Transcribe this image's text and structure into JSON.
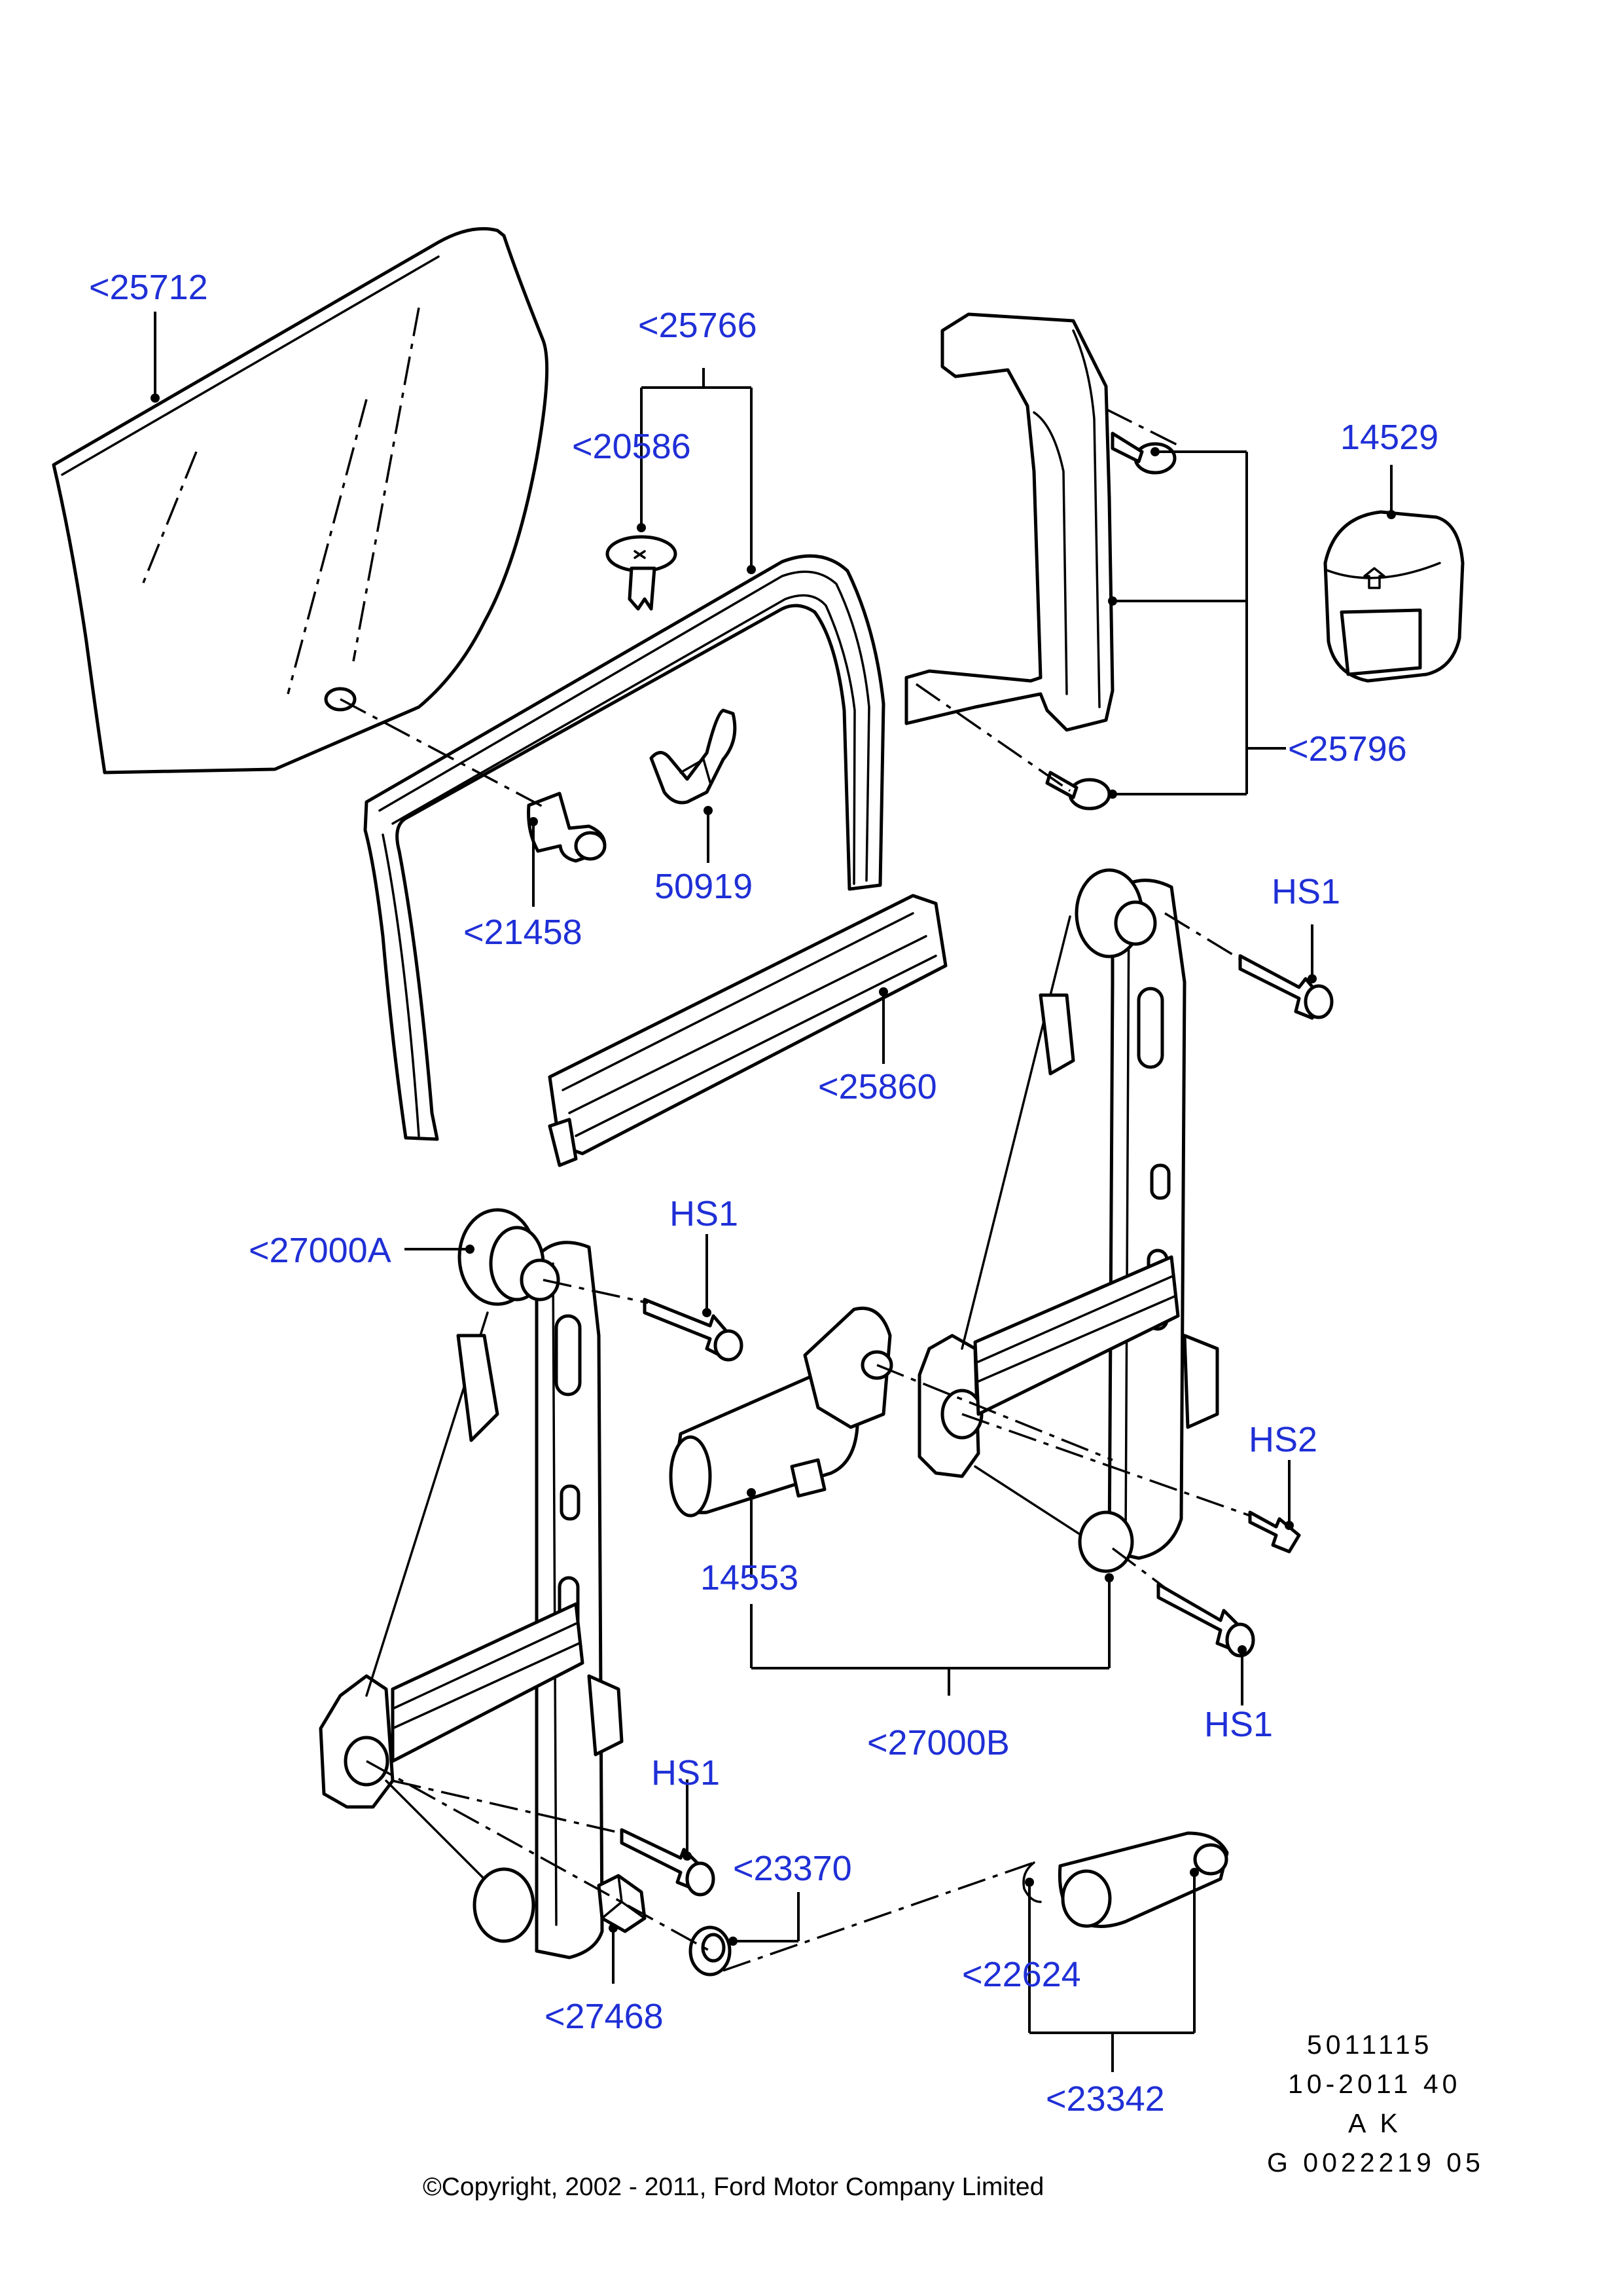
{
  "callouts": {
    "glass": "<25712",
    "run_channel": "<25766",
    "push_pin": "<20586",
    "glass_bracket": "<21458",
    "clip": "50919",
    "channel_strip": "<25860",
    "trim_bracket": "<25796",
    "switch": "14529",
    "regulator_a": "<27000A",
    "regulator_b": "<27000B",
    "motor": "14553",
    "bolt_hs1_upper_right": "HS1",
    "bolt_hs1_left": "HS1",
    "bolt_hs2": "HS2",
    "bolt_hs1_lower_right": "HS1",
    "bolt_hs1_lower_left": "HS1",
    "escutcheon": "<23370",
    "nut": "<27468",
    "retainer_clip": "<22624",
    "handle": "<23342"
  },
  "reference": {
    "line1": "5011115",
    "line2": "10-2011 40",
    "line3": "A K",
    "line4": "G 0022219 05"
  },
  "footer": {
    "copyright": "©Copyright, 2002 - 2011, Ford Motor Company Limited"
  }
}
